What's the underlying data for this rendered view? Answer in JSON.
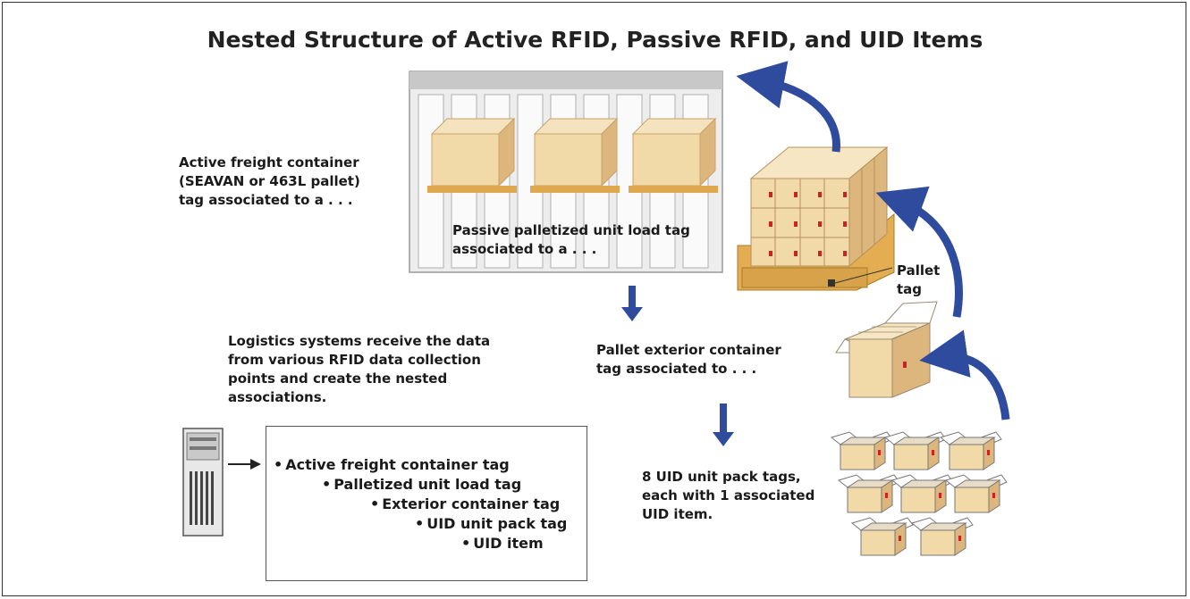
{
  "diagram": {
    "title": "Nested Structure of Active RFID, Passive RFID, and UID Items",
    "active_label": {
      "line1": "Active freight container",
      "line2": "(SEAVAN or 463L pallet)",
      "line3": "tag associated to a . . ."
    },
    "passive_label": {
      "line1": "Passive palletized unit load tag",
      "line2": "associated to a . . ."
    },
    "pallet_tag_label": {
      "line1": "Pallet",
      "line2": "tag"
    },
    "exterior_label": {
      "line1": "Pallet exterior container",
      "line2": "tag associated to . . ."
    },
    "uid_label": {
      "line1": "8 UID unit pack tags,",
      "line2": "each with 1 associated",
      "line3": "UID item."
    },
    "logistics_label": {
      "line1": "Logistics systems receive the data",
      "line2": "from various RFID data collection",
      "line3": "points and create the nested",
      "line4": "associations."
    },
    "nested_list": [
      "Active freight container tag",
      "Palletized unit load tag",
      "Exterior container tag",
      "UID unit pack tag",
      "UID item"
    ],
    "bullet": "•",
    "colors": {
      "arrow_blue": "#2e4b9e",
      "box_tan": "#f2d9a8",
      "box_shade": "#dcb67c",
      "pallet": "#d8a24a",
      "tag_red": "#cc2222"
    }
  }
}
